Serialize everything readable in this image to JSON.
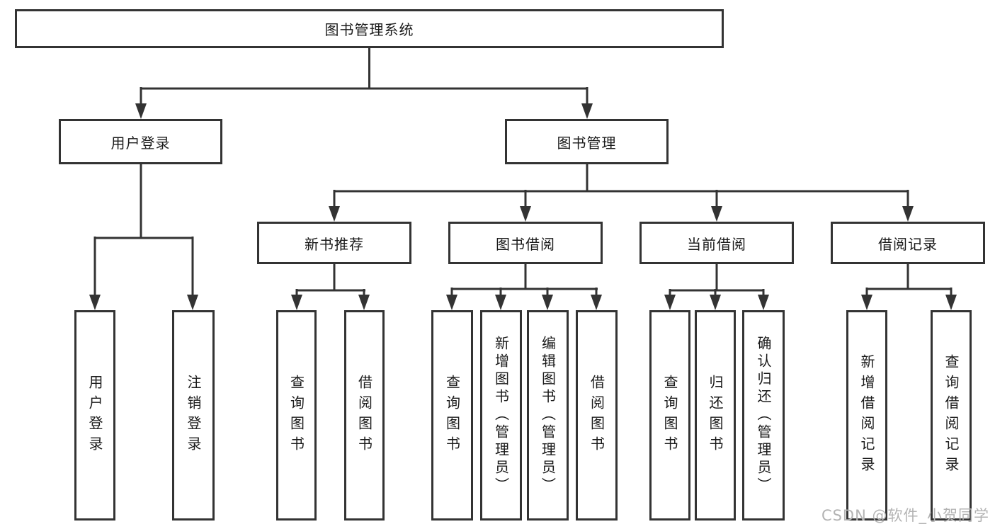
{
  "diagram_title": "图书管理系统",
  "nodes": {
    "root": "图书管理系统",
    "user_login": "用户登录",
    "book_mgmt": "图书管理",
    "new_book_rec": "新书推荐",
    "book_borrowing": "图书借阅",
    "current_borrowing": "当前借阅",
    "borrowing_records": "借阅记录",
    "ul_user_login": "用户登录",
    "ul_logout": "注销登录",
    "nbr_query_books": "查询图书",
    "nbr_borrow_books": "借阅图书",
    "bb_query_books": "查询图书",
    "bb_add_books": "新增图书（管理员）",
    "bb_edit_books": "编辑图书（管理员）",
    "bb_borrow_books": "借阅图书",
    "cb_query_books": "查询图书",
    "cb_return_books": "归还图书",
    "cb_confirm_return": "确认归还（管理员）",
    "br_add_record": "新增借阅记录",
    "br_query_record": "查询借阅记录"
  },
  "hierarchy": {
    "图书管理系统": {
      "用户登录": [
        "用户登录",
        "注销登录"
      ],
      "图书管理": {
        "新书推荐": [
          "查询图书",
          "借阅图书"
        ],
        "图书借阅": [
          "查询图书",
          "新增图书（管理员）",
          "编辑图书（管理员）",
          "借阅图书"
        ],
        "当前借阅": [
          "查询图书",
          "归还图书",
          "确认归还（管理员）"
        ],
        "借阅记录": [
          "新增借阅记录",
          "查询借阅记录"
        ]
      }
    }
  },
  "watermark": "CSDN @软件_小贺同学",
  "colors": {
    "line": "#333333",
    "box_border": "#333333",
    "text": "#1a1a1a",
    "watermark": "#b3b3b3",
    "background": "#ffffff"
  }
}
